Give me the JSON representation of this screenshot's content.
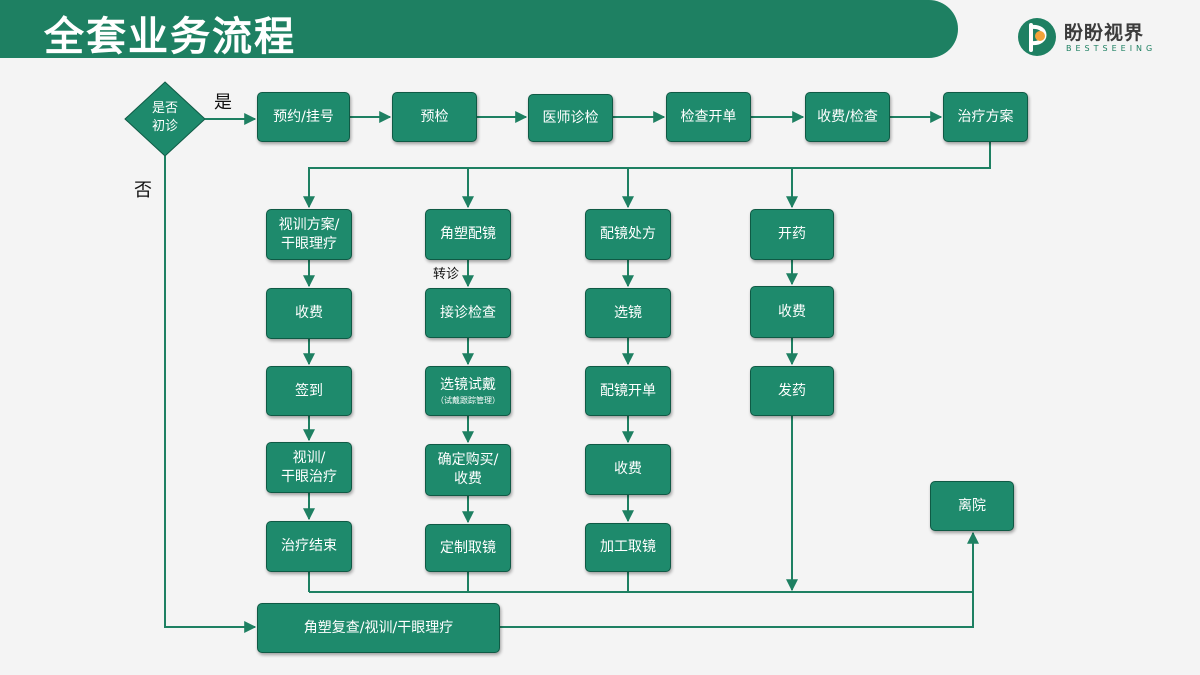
{
  "header": {
    "title": "全套业务流程"
  },
  "logo": {
    "name": "盼盼视界",
    "sub": "BESTSEEING"
  },
  "colors": {
    "primary": "#1e8a6c",
    "header": "#1e8062",
    "wire": "#1e8062"
  },
  "decision": {
    "line1": "是否",
    "line2": "初诊",
    "yes": "是",
    "no": "否"
  },
  "main_flow": {
    "reservation": "预约/挂号",
    "precheck": "预检",
    "doctor": "医师诊检",
    "exam_order": "检查开单",
    "pay_exam": "收费/检查",
    "treatment_plan": "治疗方案"
  },
  "branch_vision": {
    "plan": [
      "视训方案/",
      "干眼理疗"
    ],
    "pay": "收费",
    "checkin": "签到",
    "train": [
      "视训/",
      "干眼治疗"
    ],
    "end": "治疗结束"
  },
  "branch_ortho": {
    "fitting": "角塑配镜",
    "referral": "转诊",
    "reception": "接诊检查",
    "trial": "选镜试戴",
    "trial_sub": "（试戴跟踪管理）",
    "confirm": [
      "确定购买/",
      "收费"
    ],
    "custom": "定制取镜"
  },
  "branch_glasses": {
    "prescription": "配镜处方",
    "select": "选镜",
    "order": "配镜开单",
    "pay": "收费",
    "process": "加工取镜"
  },
  "branch_medicine": {
    "prescribe": "开药",
    "pay": "收费",
    "dispense": "发药"
  },
  "discharge": "离院",
  "followup": "角塑复查/视训/干眼理疗"
}
